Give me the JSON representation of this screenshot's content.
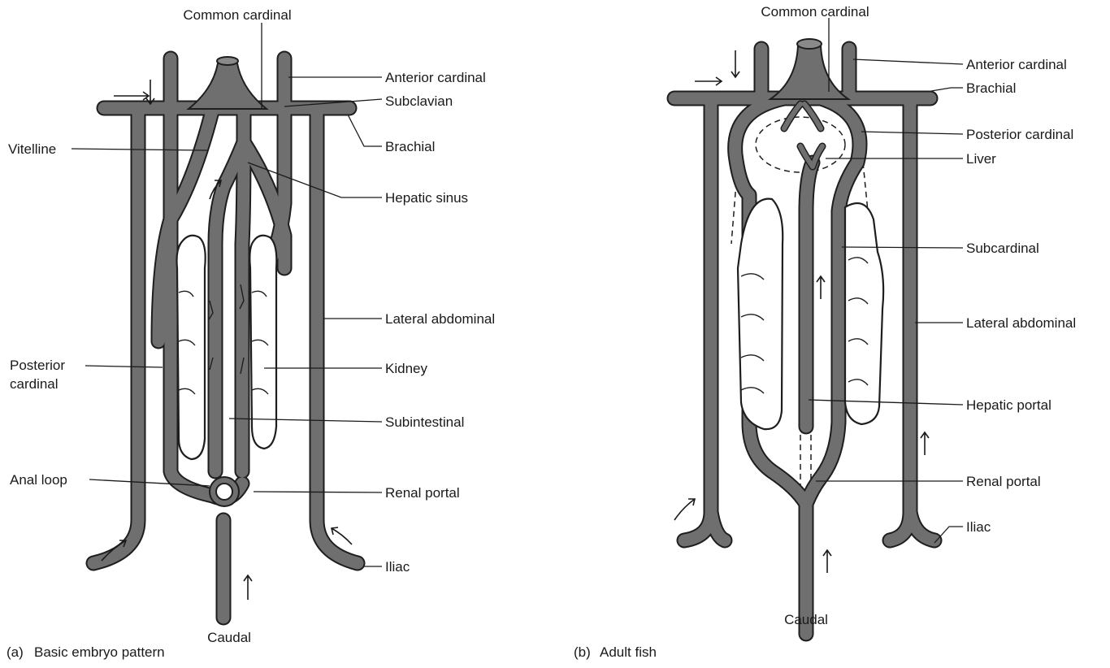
{
  "panels": [
    {
      "caption_letter": "(a)",
      "caption_text": "Basic embryo pattern",
      "labels": {
        "common_cardinal": "Common cardinal",
        "anterior_cardinal": "Anterior cardinal",
        "subclavian": "Subclavian",
        "brachial": "Brachial",
        "vitelline": "Vitelline",
        "hepatic_sinus": "Hepatic sinus",
        "lateral_abdominal": "Lateral abdominal",
        "posterior_cardinal_1": "Posterior",
        "posterior_cardinal_2": "cardinal",
        "kidney": "Kidney",
        "subintestinal": "Subintestinal",
        "anal_loop": "Anal loop",
        "renal_portal": "Renal portal",
        "iliac": "Iliac",
        "caudal": "Caudal"
      }
    },
    {
      "caption_letter": "(b)",
      "caption_text": "Adult fish",
      "labels": {
        "common_cardinal": "Common cardinal",
        "anterior_cardinal": "Anterior cardinal",
        "brachial": "Brachial",
        "posterior_cardinal": "Posterior cardinal",
        "liver": "Liver",
        "subcardinal": "Subcardinal",
        "lateral_abdominal": "Lateral abdominal",
        "hepatic_portal": "Hepatic portal",
        "renal_portal": "Renal portal",
        "iliac": "Iliac",
        "caudal": "Caudal"
      }
    }
  ],
  "colors": {
    "vessel_fill": "#6f6f6f",
    "vessel_outline": "#1e1e1e",
    "text": "#1a1a1a"
  }
}
